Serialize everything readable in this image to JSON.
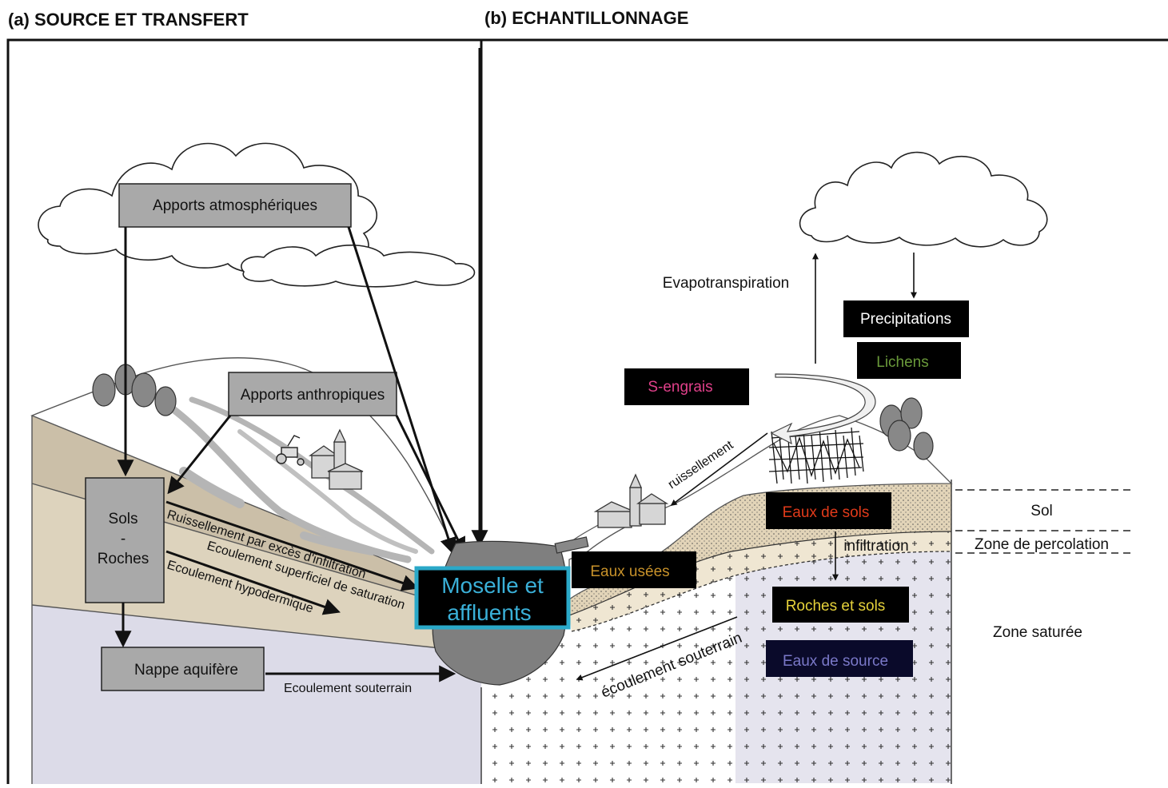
{
  "panels": {
    "a_title": "(a) SOURCE ET TRANSFERT",
    "b_title": "(b) ECHANTILLONNAGE"
  },
  "left": {
    "apports_atmo": "Apports atmosphériques",
    "apports_anthro": "Apports anthropiques",
    "sols": "Sols",
    "sols_dash": "-",
    "roches": "Roches",
    "nappe": "Nappe aquifère",
    "ecoulement_souterrain": "Ecoulement souterrain",
    "ruissellement": "Ruissellement par excès d'infiltration",
    "ecoulement_superficiel": "Ecoulement superficiel de saturation",
    "ecoulement_hypodermique": "Ecoulement hypodermique"
  },
  "center": {
    "moselle_line1": "Moselle et",
    "moselle_line2": "affluents"
  },
  "right": {
    "evapotranspiration": "Evapotranspiration",
    "precipitations": "Precipitations",
    "lichens": "Lichens",
    "s_engrais": "S-engrais",
    "ruissellement": "ruissellement",
    "eaux_sols": "Eaux de sols",
    "eaux_usees": "Eaux usées",
    "infiltration": "infiltration",
    "roches_sols": "Roches et sols",
    "eaux_source": "Eaux de source",
    "ecoulement_souterrain": "écoulement souterrain",
    "zone_sol": "Sol",
    "zone_percolation": "Zone de percolation",
    "zone_saturee": "Zone saturée"
  },
  "colors": {
    "lichens": "#6a9a3a",
    "s_engrais": "#e0408a",
    "eaux_sols": "#e03a1a",
    "eaux_usees": "#c8922a",
    "roches_sols": "#e6d23a",
    "eaux_source": "#7a78c8",
    "moselle_text": "#3ab0d8",
    "moselle_border": "#2aa8c8"
  }
}
